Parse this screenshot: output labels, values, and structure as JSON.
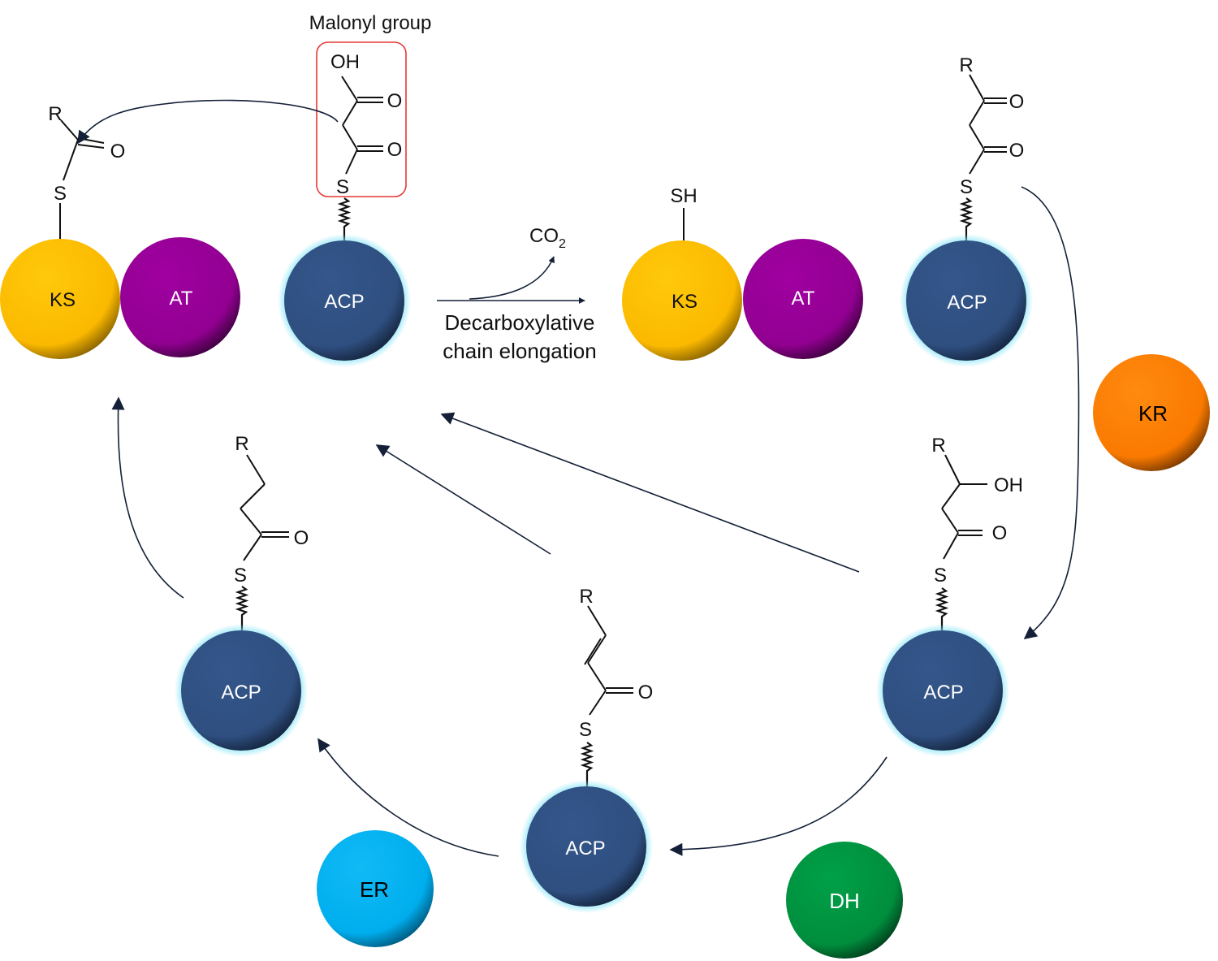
{
  "annotation": {
    "malonyl_label": "Malonyl group",
    "reaction_label_line1": "Decarboxylative",
    "reaction_label_line2": "chain elongation",
    "co2_base": "CO",
    "co2_sub": "2"
  },
  "atoms": {
    "R": "R",
    "O": "O",
    "OH": "OH",
    "S": "S",
    "SH": "SH"
  },
  "domains": {
    "KS": "KS",
    "AT": "AT",
    "ACP": "ACP",
    "KR": "KR",
    "DH": "DH",
    "ER": "ER"
  },
  "colors": {
    "KS": "#FCBC00",
    "AT": "#960096",
    "ACP": "#2F4F80",
    "ACP_glow": "#7FE3F6",
    "KR": "#FF7C00",
    "DH": "#00903F",
    "ER": "#00B0F0",
    "arrow": "#142038",
    "highlight_box": "#E53935"
  }
}
